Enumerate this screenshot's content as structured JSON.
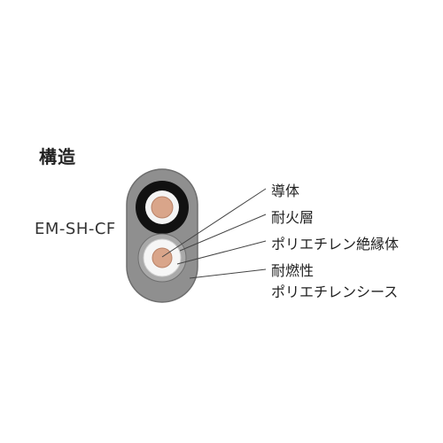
{
  "title": "構造",
  "model": "EM-SH-CF",
  "labels": {
    "conductor": "導体",
    "fire_resistant_layer": "耐火層",
    "pe_insulation": "ポリエチレン絶縁体",
    "flame_retardant_line1": "耐燃性",
    "flame_retardant_line2": "ポリエチレンシース"
  },
  "colors": {
    "sheath_outer": "#7a7a7a",
    "sheath_fill": "#8e8e8e",
    "fire_layer_black": "#111111",
    "insulation_white": "#f4f4f4",
    "conductor_copper": "#d9a58a",
    "leader_line": "#444444"
  }
}
